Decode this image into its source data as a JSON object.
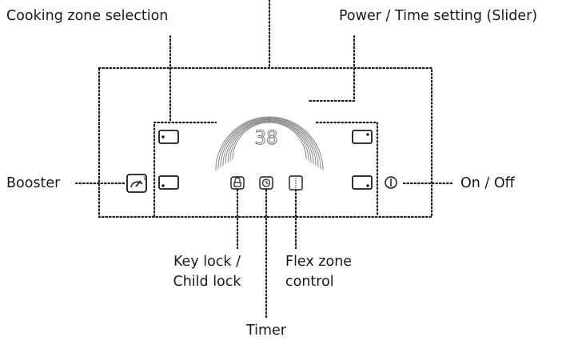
{
  "labels": {
    "cooking_zone_selection": "Cooking zone selection",
    "power_time_setting": "Power / Time setting  (Slider)",
    "booster": "Booster",
    "on_off": "On / Off",
    "key_lock_line1": "Key lock /",
    "key_lock_line2": "Child lock",
    "flex_zone_line1": "Flex zone",
    "flex_zone_line2": "control",
    "timer": "Timer"
  },
  "display": {
    "value": "38"
  },
  "icons": {
    "booster": "booster-icon",
    "lock": "lock-icon",
    "timer": "clock-icon",
    "flex": "flex-zone-icon",
    "power": "power-icon",
    "zones": [
      "zone-top-left-icon",
      "zone-bottom-left-icon",
      "zone-top-right-icon",
      "zone-bottom-right-icon"
    ]
  },
  "colors": {
    "ink": "#1a1a1a",
    "arc": "#8a8a8a",
    "display": "#777777"
  }
}
